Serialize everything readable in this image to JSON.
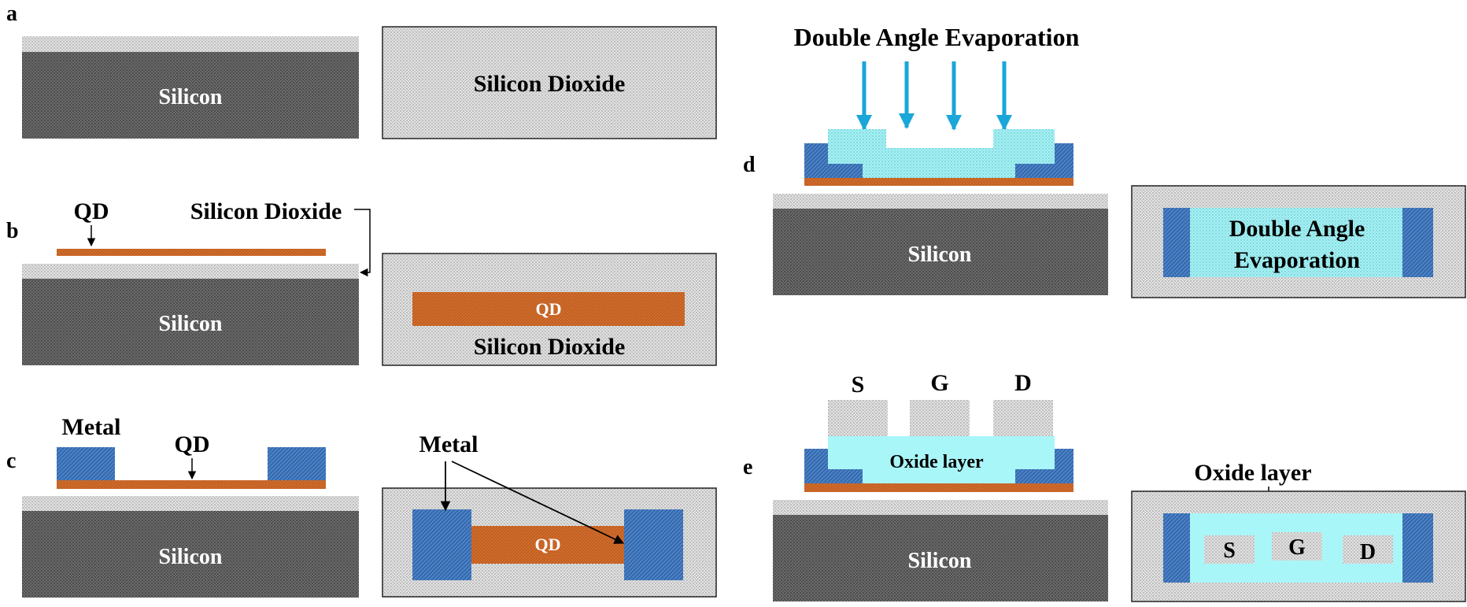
{
  "panels": {
    "a": {
      "letter": "a",
      "substrate": "Silicon",
      "top_view_label": "Silicon Dioxide"
    },
    "b": {
      "letter": "b",
      "qd_label": "QD",
      "oxide_label": "Silicon Dioxide",
      "substrate": "Silicon",
      "top_qd": "QD",
      "top_oxide": "Silicon Dioxide"
    },
    "c": {
      "letter": "c",
      "metal_label": "Metal",
      "qd_label": "QD",
      "substrate": "Silicon",
      "top_metal": "Metal",
      "top_qd": "QD"
    },
    "d": {
      "letter": "d",
      "evap_title": "Double Angle Evaporation",
      "substrate": "Silicon",
      "top_line1": "Double Angle",
      "top_line2": "Evaporation"
    },
    "e": {
      "letter": "e",
      "s": "S",
      "g": "G",
      "d": "D",
      "oxide_label": "Oxide layer",
      "substrate": "Silicon",
      "top_oxide": "Oxide layer",
      "top_s": "S",
      "top_g": "G",
      "top_d": "D"
    }
  },
  "colors": {
    "silicon": "#5f5f5f",
    "oxide": "#d4d4d4",
    "qd": "#c8682a",
    "metal": "#3f78c0",
    "evaporation": "#9beef2",
    "arrow_blue": "#1aa6d8"
  }
}
